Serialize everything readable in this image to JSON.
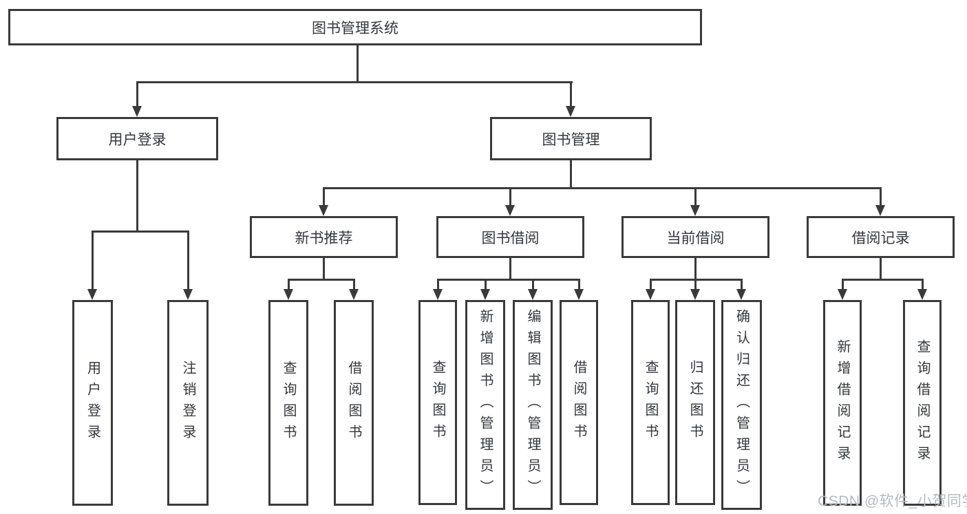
{
  "diagram_title": "图书管理系统",
  "watermark": "CSDN @软件_小贺同学",
  "colors": {
    "line": "#3a3a3a",
    "text": "#34373c",
    "watermark": "#b6bac0",
    "background": "#ffffff"
  },
  "tree": {
    "label": "图书管理系统",
    "children": [
      {
        "label": "用户登录",
        "children": [
          {
            "label": "用户登录"
          },
          {
            "label": "注销登录"
          }
        ]
      },
      {
        "label": "图书管理",
        "children": [
          {
            "label": "新书推荐",
            "children": [
              {
                "label": "查询图书"
              },
              {
                "label": "借阅图书"
              }
            ]
          },
          {
            "label": "图书借阅",
            "children": [
              {
                "label": "查询图书"
              },
              {
                "label": "新增图书（管理员）"
              },
              {
                "label": "编辑图书（管理员）"
              },
              {
                "label": "借阅图书"
              }
            ]
          },
          {
            "label": "当前借阅",
            "children": [
              {
                "label": "查询图书"
              },
              {
                "label": "归还图书"
              },
              {
                "label": "确认归还（管理员）"
              }
            ]
          },
          {
            "label": "借阅记录",
            "children": [
              {
                "label": "新增借阅记录"
              },
              {
                "label": "查询借阅记录"
              }
            ]
          }
        ]
      }
    ]
  }
}
